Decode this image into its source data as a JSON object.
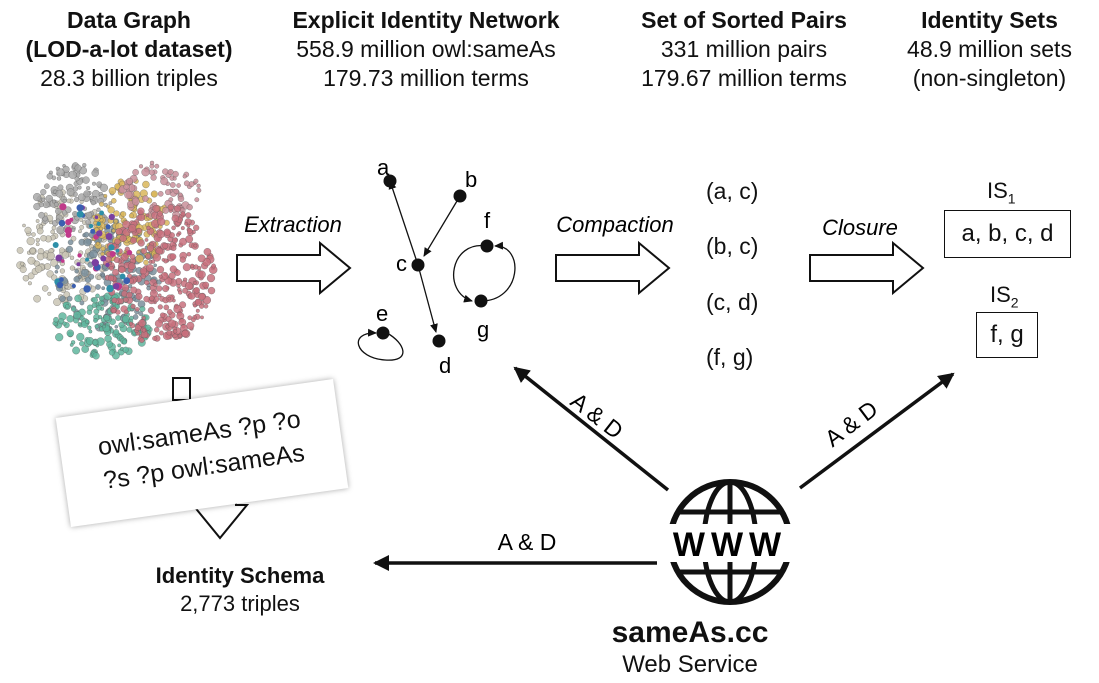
{
  "headers": [
    {
      "title_line1": "Data Graph",
      "title_line2": "(LOD-a-lot dataset)",
      "stat1": "28.3 billion triples",
      "stat2": ""
    },
    {
      "title_line1": "Explicit Identity Network",
      "title_line2": "",
      "stat1": "558.9 million owl:sameAs",
      "stat2": "179.73 million terms"
    },
    {
      "title_line1": "Set of Sorted Pairs",
      "title_line2": "",
      "stat1": "331 million pairs",
      "stat2": "179.67 million terms"
    },
    {
      "title_line1": "Identity Sets",
      "title_line2": "",
      "stat1": "48.9 million sets",
      "stat2": "(non-singleton)"
    }
  ],
  "steps": {
    "extraction": "Extraction",
    "compaction": "Compaction",
    "closure": "Closure"
  },
  "graph_nodes": {
    "a": "a",
    "b": "b",
    "c": "c",
    "d": "d",
    "e": "e",
    "f": "f",
    "g": "g"
  },
  "pairs": [
    "(a, c)",
    "(b, c)",
    "(c, d)",
    "(f,  g)"
  ],
  "identity_sets": {
    "is1_label": "IS",
    "is1_sub": "1",
    "is1_members": "a, b, c, d",
    "is2_label": "IS",
    "is2_sub": "2",
    "is2_members": "f, g"
  },
  "query": {
    "line1": "owl:sameAs ?p ?o",
    "line2": "?s ?p owl:sameAs"
  },
  "schema": {
    "title": "Identity Schema",
    "count": "2,773 triples"
  },
  "access_label": "A & D",
  "service": {
    "name": "sameAs.cc",
    "subtitle": "Web Service",
    "icon_text": "WWW"
  }
}
